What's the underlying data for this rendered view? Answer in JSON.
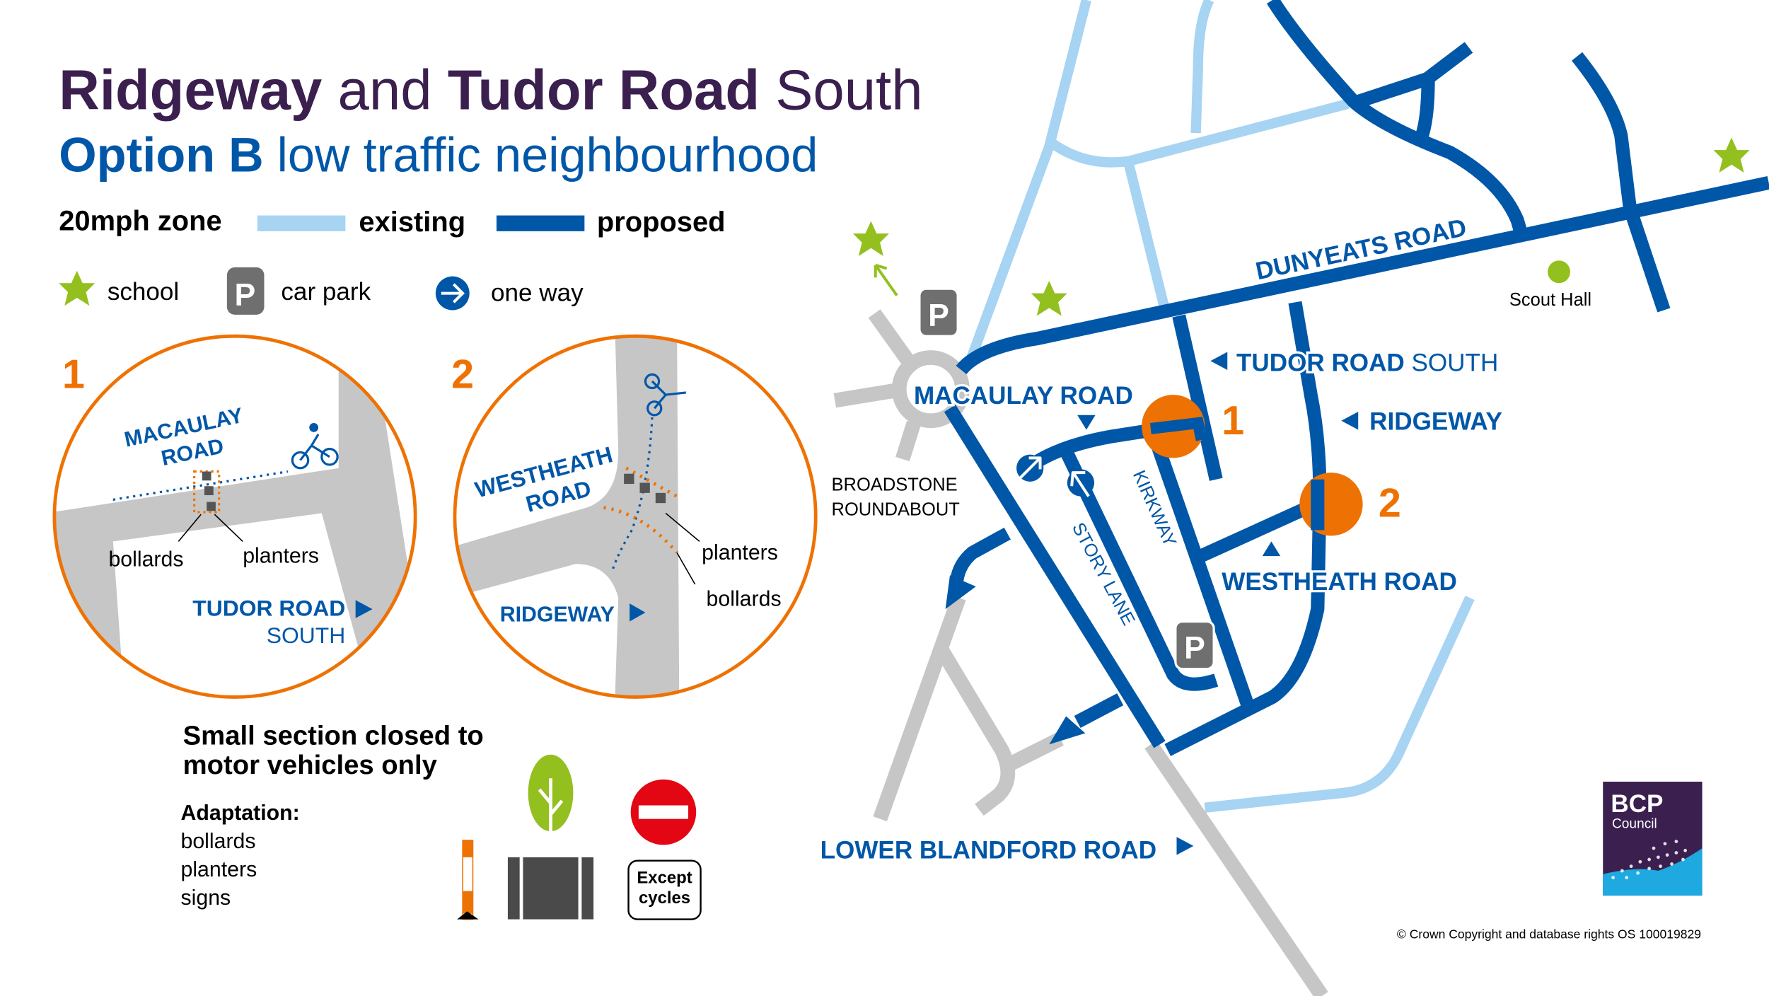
{
  "colors": {
    "title_purple": "#3b1f4f",
    "proposed_blue": "#0057a8",
    "existing_light_blue": "#a6d4f2",
    "highlight_orange": "#ee7203",
    "school_green": "#93c01f",
    "road_gray": "#c6c6c6",
    "carpark_gray": "#6f6f6f",
    "bcp_cyan": "#1ea9e1"
  },
  "title": {
    "part1": "Ridgeway",
    "part2": " and ",
    "part3": "Tudor Road",
    "part4": " South"
  },
  "subtitle": {
    "bold": "Option B",
    "rest": " low traffic neighbourhood"
  },
  "legend": {
    "zone_label": "20mph zone",
    "existing": "existing",
    "proposed": "proposed",
    "school": "school",
    "car_park": "car park",
    "carpark_letter": "P",
    "one_way": "one way"
  },
  "inset1": {
    "number": "1",
    "road_line1": "MACAULAY",
    "road_line2": "ROAD",
    "bollards": "bollards",
    "planters": "planters",
    "tudor_line1": "TUDOR ROAD",
    "tudor_line2": "SOUTH"
  },
  "inset2": {
    "number": "2",
    "road_line1": "WESTHEATH",
    "road_line2": "ROAD",
    "planters": "planters",
    "bollards": "bollards",
    "ridgeway": "RIDGEWAY"
  },
  "closure": {
    "heading_line1": "Small section closed to",
    "heading_line2": "motor vehicles only",
    "adaptation_label": "Adaptation:",
    "items": [
      "bollards",
      "planters",
      "signs"
    ],
    "sign_line1": "Except",
    "sign_line2": "cycles"
  },
  "map": {
    "dunyeats": "DUNYEATS ROAD",
    "macaulay": "MACAULAY ROAD",
    "tudor_bold": "TUDOR ROAD",
    "tudor_rest": " SOUTH",
    "ridgeway": "RIDGEWAY",
    "westheath": "WESTHEATH ROAD",
    "kirkway": "KIRKWAY",
    "story_lane": "STORY LANE",
    "roundabout_line1": "BROADSTONE",
    "roundabout_line2": "ROUNDABOUT",
    "lower_blandford": "LOWER BLANDFORD ROAD",
    "scout_hall": "Scout Hall",
    "marker1": "1",
    "marker2": "2",
    "carpark_letter": "P"
  },
  "logo": {
    "line1": "BCP",
    "line2": "Council"
  },
  "copyright": "© Crown Copyright and database rights OS 100019829"
}
